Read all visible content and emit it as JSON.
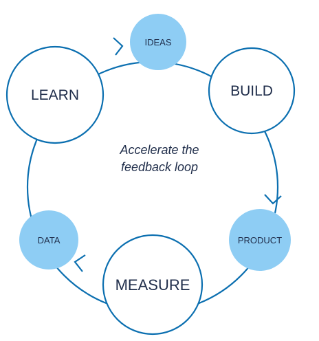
{
  "diagram": {
    "center_text_line1": "Accelerate the",
    "center_text_line2": "feedback loop",
    "nodes": {
      "ideas": "IDEAS",
      "build": "BUILD",
      "product": "PRODUCT",
      "measure": "MEASURE",
      "data": "DATA",
      "learn": "LEARN"
    }
  },
  "colors": {
    "loop_stroke": "#0b6fb0",
    "big_circle_fill": "#ffffff",
    "small_circle_fill": "#8ecdf4",
    "text": "#1f2d4a"
  }
}
